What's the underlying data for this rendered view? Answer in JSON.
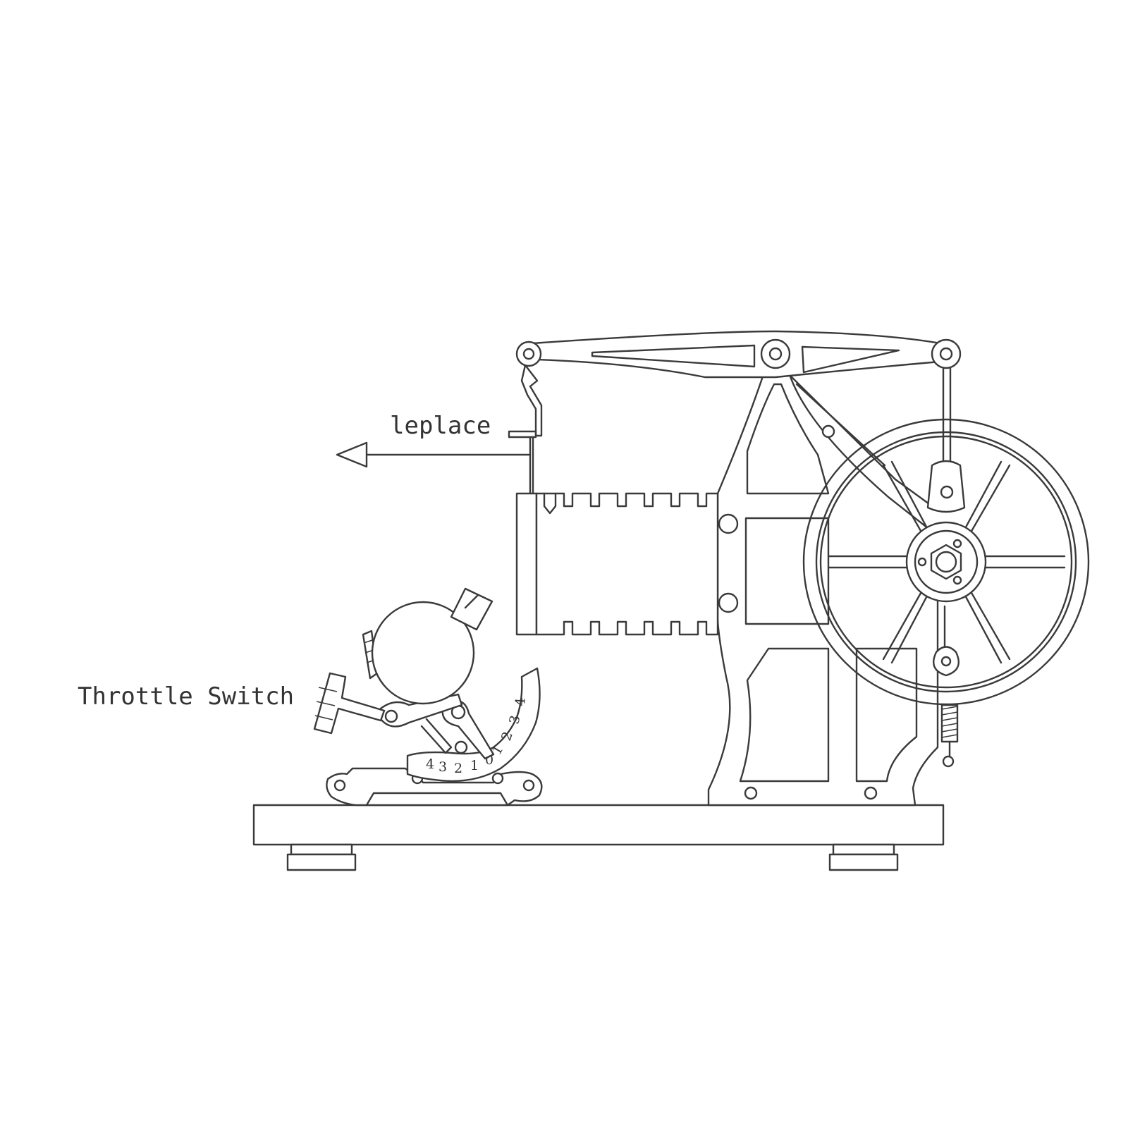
{
  "labels": {
    "replace": "leplace",
    "throttle": "Throttle Switch"
  },
  "dial": {
    "lower_scale": [
      "4",
      "3",
      "2",
      "1",
      "0"
    ],
    "upper_scale": [
      "0",
      "1",
      "2",
      "3",
      "4"
    ]
  },
  "colors": {
    "line": "#3a3a3a",
    "background": "#ffffff"
  }
}
